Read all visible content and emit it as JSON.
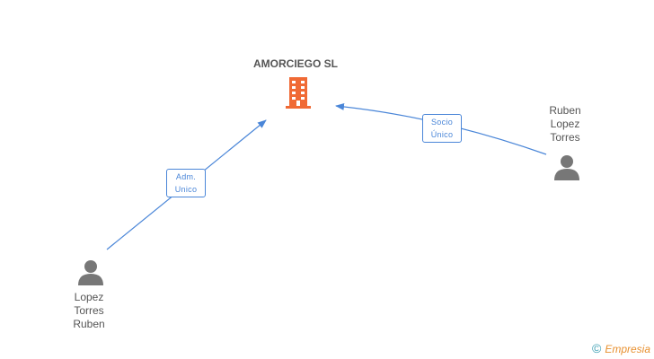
{
  "company": {
    "name": "AMORCIEGO SL",
    "icon": "building-icon",
    "color": "#f06a35"
  },
  "persons": [
    {
      "id": "ruben-lopez-torres",
      "name_lines": [
        "Ruben",
        "Lopez",
        "Torres"
      ],
      "icon": "person-icon"
    },
    {
      "id": "lopez-torres-ruben",
      "name_lines": [
        "Lopez",
        "Torres",
        "Ruben"
      ],
      "icon": "person-icon"
    }
  ],
  "relations": [
    {
      "from": "ruben-lopez-torres",
      "to": "AMORCIEGO SL",
      "label_lines": [
        "Socio",
        "Único"
      ]
    },
    {
      "from": "lopez-torres-ruben",
      "to": "AMORCIEGO SL",
      "label_lines": [
        "Adm.",
        "Unico"
      ]
    }
  ],
  "footer": {
    "copyright_symbol": "©",
    "brand": "Empresia"
  },
  "colors": {
    "link": "#4a86d8",
    "person": "#777777",
    "text": "#555555",
    "brand": "#e8902f"
  }
}
